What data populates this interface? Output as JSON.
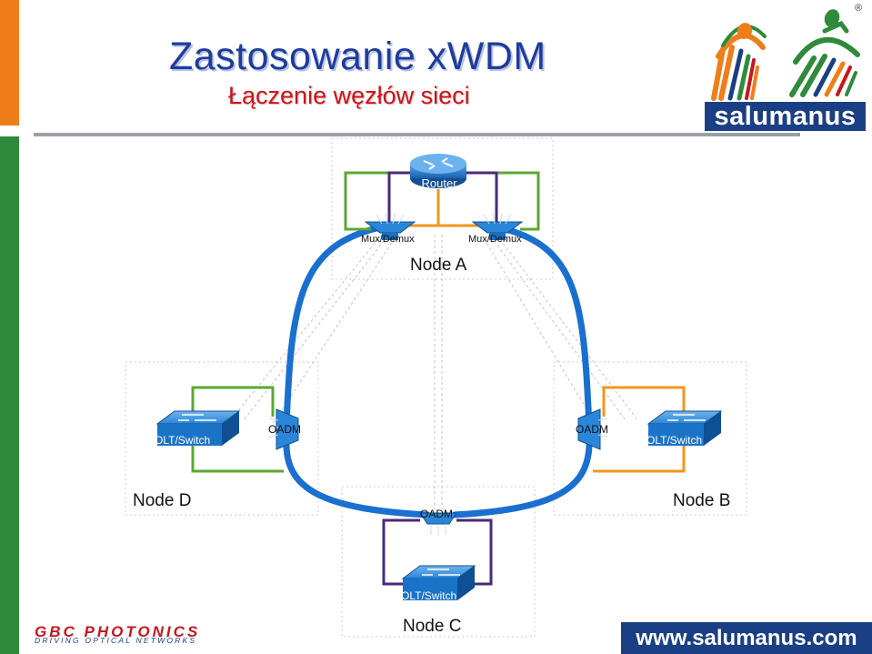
{
  "header": {
    "title": "Zastosowanie xWDM",
    "subtitle": "Łączenie węzłów sieci"
  },
  "brand": {
    "logo_text": "salumanus",
    "registered_mark": "®",
    "website": "www.salumanus.com"
  },
  "partner": {
    "name": "GBC PHOTONICS",
    "tagline": "DRIVING OPTICAL NETWORKS"
  },
  "diagram": {
    "router_label": "Router",
    "mux_left_label": "Mux/Demux",
    "mux_right_label": "Mux/Demux",
    "node_a_label": "Node A",
    "node_b_label": "Node B",
    "node_c_label": "Node C",
    "node_d_label": "Node D",
    "oadm_left_label": "OADM",
    "oadm_right_label": "OADM",
    "oadm_bottom_label": "OADM",
    "switch_d_label": "OLT/Switch",
    "switch_b_label": "OLT/Switch",
    "switch_c_label": "OLT/Switch"
  },
  "colors": {
    "ring": "#1a6fd0",
    "green_link": "#5aa832",
    "purple_link": "#4a2a78",
    "orange_link": "#f0961e",
    "device": "#1b73c8",
    "title": "#1f3c99",
    "subtitle": "#c8161d"
  }
}
